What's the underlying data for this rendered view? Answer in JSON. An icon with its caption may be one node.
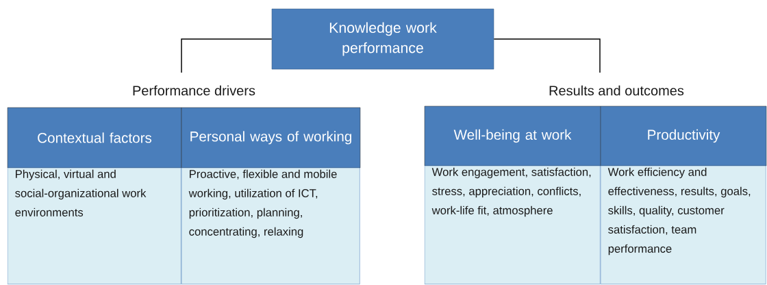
{
  "diagram": {
    "nodes": [
      {
        "text": [
          "Knowledge work performance"
        ]
      },
      {
        "text": [
          "Performance drivers"
        ]
      },
      {
        "text": [
          "Results and outcomes"
        ]
      },
      {
        "text": [
          "Contextual factors"
        ]
      },
      {
        "text": [
          "Personal ways of working"
        ]
      },
      {
        "text": [
          "Physical, virtual and social-organizational work environments"
        ]
      },
      {
        "text": [
          "Proactive, flexible and mobile working, utilization of ICT, prioritization, planning, concentrating, relaxing"
        ]
      },
      {
        "text": [
          "Well-being at work"
        ]
      },
      {
        "text": [
          "Productivity"
        ]
      },
      {
        "text": [
          "Work engagement, satisfaction, stress, appreciation, conflicts, work-life fit, atmosphere"
        ]
      },
      {
        "text": [
          "Work efficiency and effectiveness, results, goals, skills, quality, customer satisfaction, team performance"
        ]
      }
    ],
    "edges": [
      {
        "from": 0,
        "to": 1,
        "arrow": "none"
      },
      {
        "from": 0,
        "to": 2,
        "arrow": "none"
      }
    ]
  }
}
